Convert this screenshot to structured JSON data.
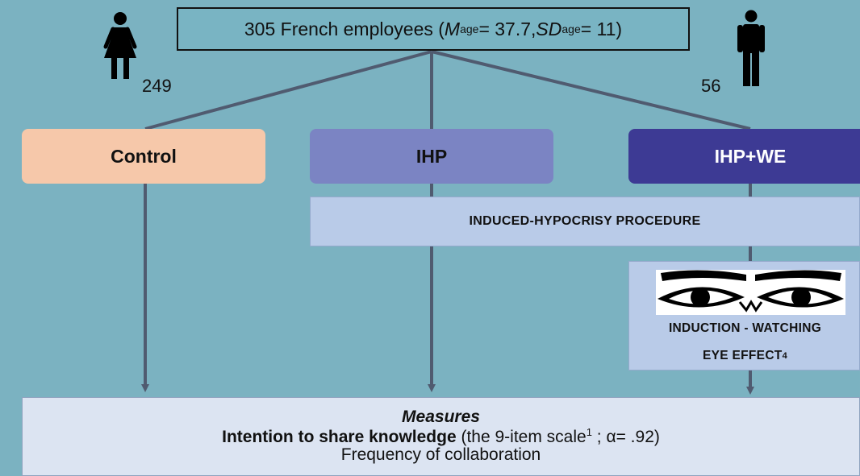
{
  "top": {
    "prefix": "305 French employees (",
    "m": "M",
    "age1": "age",
    "mid": "= 37.7, ",
    "sd": "SD",
    "age2": "age",
    "suffix": "= 11)"
  },
  "counts": {
    "female": "249",
    "male": "56"
  },
  "icons": {
    "female": "female-person-icon",
    "male": "male-person-icon",
    "eyes": "watching-eyes-icon"
  },
  "groups": {
    "control": {
      "label": "Control",
      "color": "#f6c8aa"
    },
    "ihp": {
      "label": "IHP",
      "color": "#7b84c3"
    },
    "ihpwe": {
      "label": "IHP+WE",
      "color": "#3d3a94"
    }
  },
  "procedure": {
    "label": "INDUCED-HYPOCRISY PROCEDURE"
  },
  "watching": {
    "line1": "INDUCTION - WATCHING",
    "line2": "EYE EFFECT",
    "sup": "4"
  },
  "measures": {
    "title": "Measures",
    "line2_bold": "Intention to share knowledge",
    "line2_a": " (the 9-item scale",
    "line2_sup": "1",
    "line2_b": " ; α= .92)",
    "line3": "Frequency of collaboration"
  }
}
